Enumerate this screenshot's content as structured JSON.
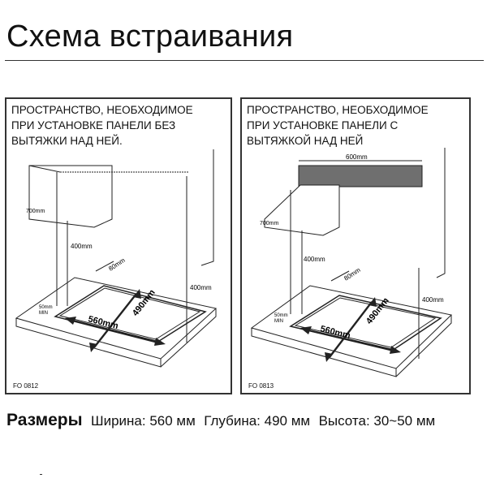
{
  "header": {
    "title": "Схема встраивания"
  },
  "panels": [
    {
      "text": [
        "ПРОСТРАНСТВО, НЕОБХОДИМОЕ",
        "ПРИ УСТАНОВКЕ ПАНЕЛИ БЕЗ",
        "ВЫТЯЖКИ НАД НЕЙ."
      ],
      "code": "FO 0812",
      "labels": {
        "h700": "700mm",
        "h400a": "400mm",
        "h400b": "400mm",
        "d80": "80mm",
        "w560": "560mm",
        "d490": "490mm",
        "edge": "50mm",
        "edge2": "MIN"
      }
    },
    {
      "text": [
        "ПРОСТРАНСТВО, НЕОБХОДИМОЕ",
        "ПРИ УСТАНОВКЕ ПАНЕЛИ С",
        "ВЫТЯЖКОЙ НАД НЕЙ"
      ],
      "code": "FO 0813",
      "labels": {
        "w600": "600mm",
        "h700": "700mm",
        "h400a": "400mm",
        "h400b": "400mm",
        "d80": "80mm",
        "w560": "560mm",
        "d490": "490mm",
        "edge": "50mm",
        "edge2": "MIN"
      }
    }
  ],
  "dimensions": {
    "label": "Размеры",
    "width": "Ширина: 560 мм",
    "depth": "Глубина: 490 мм",
    "height": "Высота: 30~50 мм"
  }
}
